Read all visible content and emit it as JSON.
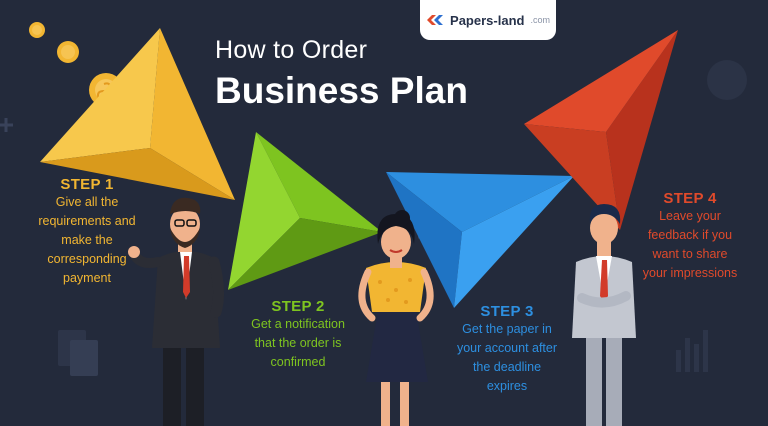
{
  "logo": {
    "word": "Papers-land",
    "tld": ".com"
  },
  "title": {
    "line1": "How to Order",
    "line2": "Business Plan"
  },
  "steps": [
    {
      "heading": "STEP 1",
      "lines": [
        "Give all the",
        "requirements and",
        "make the",
        "corresponding",
        "payment"
      ]
    },
    {
      "heading": "STEP 2",
      "lines": [
        "Get a notification",
        "that the order is",
        "confirmed"
      ]
    },
    {
      "heading": "STEP 3",
      "lines": [
        "Get the paper in",
        "your account after",
        "the deadline",
        "expires"
      ]
    },
    {
      "heading": "STEP 4",
      "lines": [
        "Leave your",
        "feedback if you",
        "want to share",
        "your impressions"
      ]
    }
  ],
  "colors": {
    "background": "#232a3b",
    "step1": "#f2b632",
    "step2": "#7ec420",
    "step3": "#2d8fe0",
    "step4": "#e04a2b"
  }
}
